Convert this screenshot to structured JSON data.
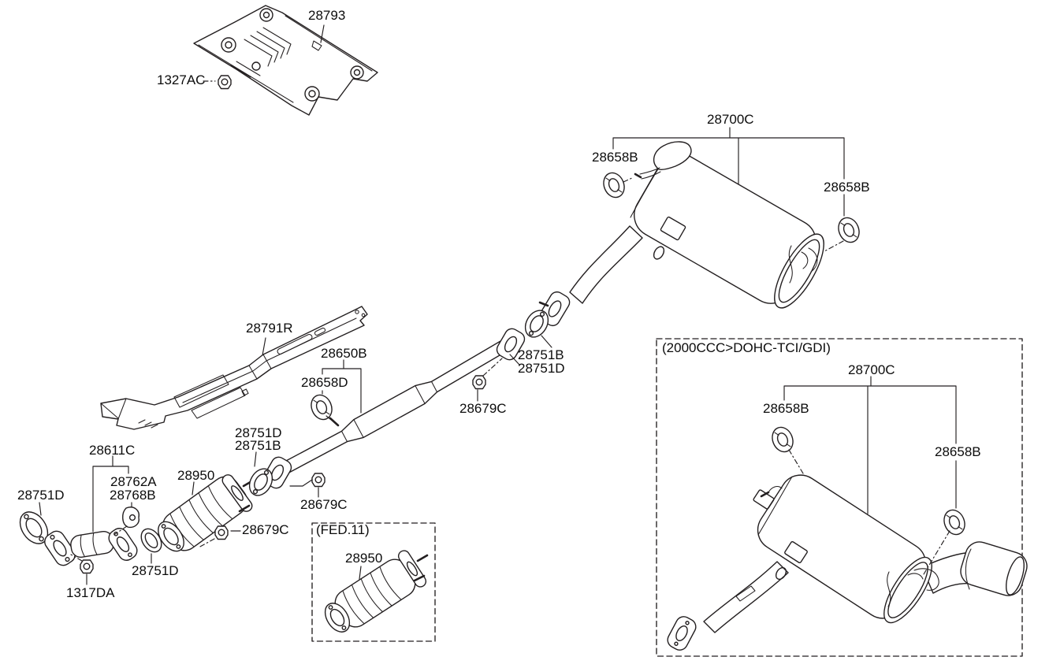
{
  "colors": {
    "background": "#ffffff",
    "line": "#231f20",
    "text": "#0c0c0c"
  },
  "callouts": [
    {
      "id": "28793",
      "text": "28793"
    },
    {
      "id": "1327AC",
      "text": "1327AC"
    },
    {
      "id": "28700C-main",
      "text": "28700C"
    },
    {
      "id": "28658B-main-left",
      "text": "28658B"
    },
    {
      "id": "28658B-main-right",
      "text": "28658B"
    },
    {
      "id": "28791R",
      "text": "28791R"
    },
    {
      "id": "28650B",
      "text": "28650B"
    },
    {
      "id": "28658D",
      "text": "28658D"
    },
    {
      "id": "28751B-joint",
      "text": "28751B"
    },
    {
      "id": "28751D-joint",
      "text": "28751D"
    },
    {
      "id": "28679C-joint",
      "text": "28679C"
    },
    {
      "id": "28751D-cat-out",
      "text": "28751D"
    },
    {
      "id": "28751B-cat-out",
      "text": "28751B"
    },
    {
      "id": "28679C-cat-out",
      "text": "28679C"
    },
    {
      "id": "28611C",
      "text": "28611C"
    },
    {
      "id": "28762A",
      "text": "28762A"
    },
    {
      "id": "28768B",
      "text": "28768B"
    },
    {
      "id": "28751D-front",
      "text": "28751D"
    },
    {
      "id": "28950-main",
      "text": "28950"
    },
    {
      "id": "28679C-cat-low",
      "text": "28679C"
    },
    {
      "id": "28751D-cat-in",
      "text": "28751D"
    },
    {
      "id": "1317DA",
      "text": "1317DA"
    },
    {
      "id": "fed-box-title",
      "text": "(FED.11)"
    },
    {
      "id": "28950-fed",
      "text": "28950"
    },
    {
      "id": "2000-box-title",
      "text": "(2000CCC>DOHC-TCI/GDI)"
    },
    {
      "id": "28700C-2000",
      "text": "28700C"
    },
    {
      "id": "28658B-2000-left",
      "text": "28658B"
    },
    {
      "id": "28658B-2000-right",
      "text": "28658B"
    }
  ]
}
